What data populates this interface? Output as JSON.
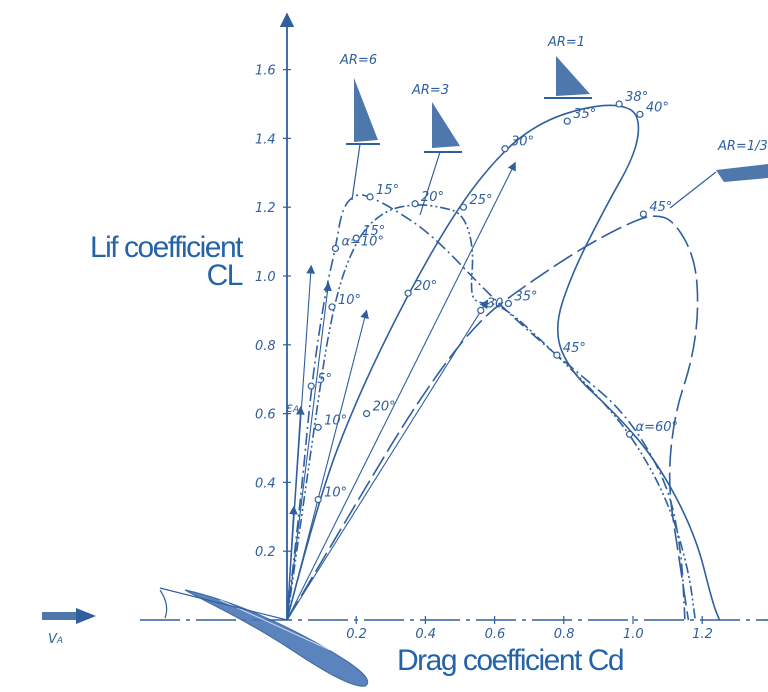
{
  "chart_data": {
    "type": "line",
    "xlabel": "Drag coefficient Cd",
    "ylabel_line1": "Lif coefficient",
    "ylabel_line2": "CL",
    "x_ticks": [
      "0.2",
      "0.4",
      "0.6",
      "0.8",
      "1.0",
      "1.2"
    ],
    "y_ticks": [
      "0.2",
      "0.4",
      "0.6",
      "0.8",
      "1.0",
      "1.2",
      "1.4",
      "1.6"
    ],
    "xlim": [
      0,
      1.35
    ],
    "ylim": [
      0,
      1.72
    ],
    "colors": {
      "ink": "#2f5f9e",
      "title": "#2563a8",
      "hull": "#4a76b6"
    },
    "series": [
      {
        "name": "AR=6",
        "points": [
          [
            0.0,
            0.0
          ],
          [
            0.04,
            0.35
          ],
          [
            0.07,
            0.68
          ],
          [
            0.11,
            0.95
          ],
          [
            0.14,
            1.08
          ],
          [
            0.16,
            1.2
          ],
          [
            0.2,
            1.24
          ],
          [
            0.24,
            1.23
          ],
          [
            0.3,
            1.2
          ],
          [
            0.42,
            1.12
          ],
          [
            0.58,
            0.95
          ],
          [
            0.72,
            0.82
          ],
          [
            0.84,
            0.72
          ],
          [
            0.98,
            0.6
          ],
          [
            1.1,
            0.4
          ],
          [
            1.14,
            0.2
          ],
          [
            1.15,
            0.0
          ]
        ],
        "labels": [
          {
            "text": "5°",
            "x": 0.07,
            "y": 0.68
          },
          {
            "text": "α=10°",
            "x": 0.14,
            "y": 1.08
          },
          {
            "text": "15°",
            "x": 0.24,
            "y": 1.23
          }
        ]
      },
      {
        "name": "AR=3",
        "points": [
          [
            0.0,
            0.0
          ],
          [
            0.07,
            0.5
          ],
          [
            0.13,
            0.91
          ],
          [
            0.2,
            1.11
          ],
          [
            0.28,
            1.19
          ],
          [
            0.37,
            1.21
          ],
          [
            0.45,
            1.2
          ],
          [
            0.51,
            1.18
          ],
          [
            0.54,
            1.08
          ],
          [
            0.53,
            0.95
          ],
          [
            0.55,
            0.92
          ],
          [
            0.62,
            0.92
          ],
          [
            0.78,
            0.77
          ],
          [
            0.9,
            0.65
          ],
          [
            1.0,
            0.53
          ],
          [
            1.1,
            0.35
          ],
          [
            1.16,
            0.15
          ],
          [
            1.18,
            0.0
          ]
        ],
        "labels": [
          {
            "text": "10°",
            "x": 0.13,
            "y": 0.91
          },
          {
            "text": "15°",
            "x": 0.2,
            "y": 1.11
          },
          {
            "text": "20°",
            "x": 0.37,
            "y": 1.21
          },
          {
            "text": "25°",
            "x": 0.51,
            "y": 1.2
          },
          {
            "text": "30",
            "x": 0.56,
            "y": 0.9
          },
          {
            "text": "45°",
            "x": 0.78,
            "y": 0.77
          },
          {
            "text": "α=60°",
            "x": 0.99,
            "y": 0.54
          }
        ]
      },
      {
        "name": "AR=1",
        "points": [
          [
            0.0,
            0.0
          ],
          [
            0.09,
            0.35
          ],
          [
            0.2,
            0.64
          ],
          [
            0.35,
            0.95
          ],
          [
            0.5,
            1.21
          ],
          [
            0.63,
            1.37
          ],
          [
            0.74,
            1.45
          ],
          [
            0.86,
            1.49
          ],
          [
            0.96,
            1.5
          ],
          [
            1.02,
            1.47
          ],
          [
            1.01,
            1.36
          ],
          [
            0.92,
            1.2
          ],
          [
            0.82,
            1.0
          ],
          [
            0.77,
            0.84
          ],
          [
            0.82,
            0.72
          ],
          [
            0.95,
            0.6
          ],
          [
            1.07,
            0.46
          ],
          [
            1.18,
            0.25
          ],
          [
            1.23,
            0.05
          ],
          [
            1.25,
            0.0
          ]
        ],
        "labels": [
          {
            "text": "10°",
            "x": 0.09,
            "y": 0.35
          },
          {
            "text": "20°",
            "x": 0.35,
            "y": 0.95
          },
          {
            "text": "30°",
            "x": 0.63,
            "y": 1.37
          },
          {
            "text": "35°",
            "x": 0.81,
            "y": 1.45
          },
          {
            "text": "38°",
            "x": 0.96,
            "y": 1.5
          },
          {
            "text": "40°",
            "x": 1.02,
            "y": 1.47
          }
        ]
      },
      {
        "name": "AR=1/3",
        "points": [
          [
            0.0,
            0.0
          ],
          [
            0.2,
            0.34
          ],
          [
            0.38,
            0.64
          ],
          [
            0.55,
            0.87
          ],
          [
            0.7,
            0.98
          ],
          [
            0.85,
            1.08
          ],
          [
            0.98,
            1.15
          ],
          [
            1.06,
            1.18
          ],
          [
            1.12,
            1.16
          ],
          [
            1.18,
            1.05
          ],
          [
            1.19,
            0.9
          ],
          [
            1.17,
            0.75
          ],
          [
            1.12,
            0.6
          ],
          [
            1.1,
            0.4
          ],
          [
            1.13,
            0.2
          ],
          [
            1.16,
            0.0
          ]
        ],
        "labels": [
          {
            "text": "10°",
            "x": 0.09,
            "y": 0.56
          },
          {
            "text": "20°",
            "x": 0.23,
            "y": 0.6
          },
          {
            "text": "35°",
            "x": 0.64,
            "y": 0.92
          },
          {
            "text": "45°",
            "x": 1.03,
            "y": 1.18
          }
        ]
      }
    ],
    "series_labels": [
      "AR=6",
      "AR=3",
      "AR=1",
      "AR=1/3"
    ],
    "annotations": [
      "5°",
      "ε",
      "A",
      "V",
      "A"
    ]
  }
}
